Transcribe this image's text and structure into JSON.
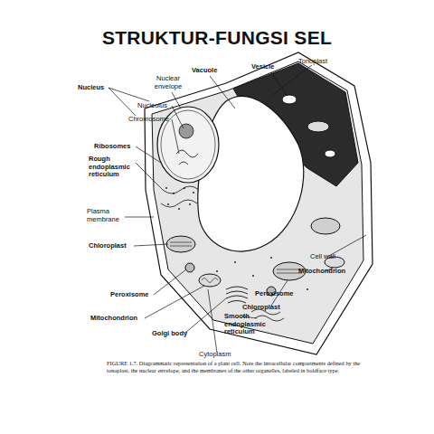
{
  "diagram": {
    "title": "STRUKTUR-FUNGSI SEL",
    "caption": "FIGURE 1.7. Diagrammatic representation of a plant cell. Note the intracellular compartments defined by the tonoplast, the nuclear envelope, and the membranes of the other organelles, labeled in boldface type.",
    "labels": [
      "Nucleus",
      "Nuclear envelope",
      "Vacuole",
      "Vesicle",
      "Tonoplast",
      "Nucleolus",
      "Chromosome",
      "Ribosomes",
      "Rough endoplasmic reticulum",
      "Plasma membrane",
      "Chloroplast",
      "Cell wall",
      "Mitochondrion",
      "Peroxisome",
      "Chloroplast",
      "Peroxisome",
      "Mitochondrion",
      "Smooth endoplasmic reticulum",
      "Golgi body",
      "Cytoplasm"
    ]
  }
}
